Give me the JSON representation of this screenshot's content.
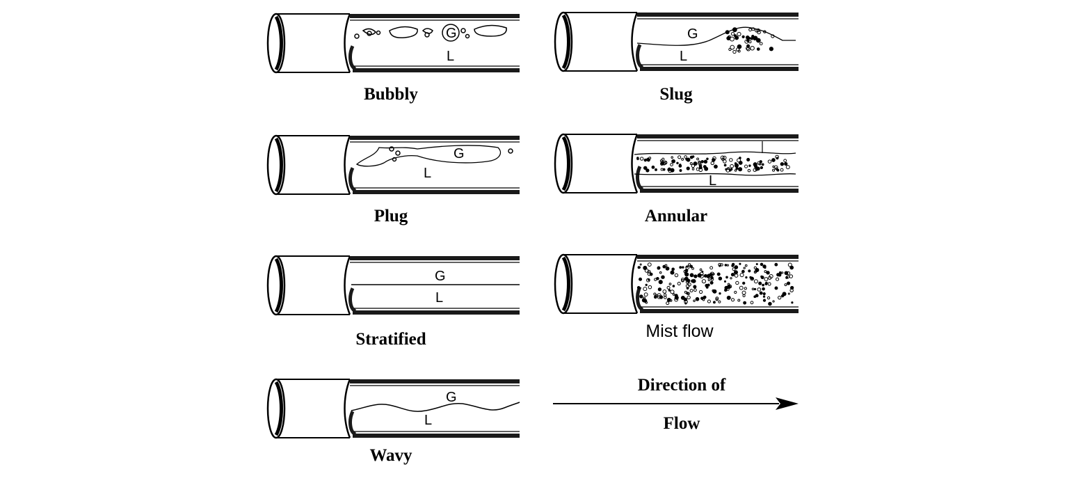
{
  "regimes": [
    {
      "id": "bubbly",
      "caption": "Bubbly",
      "gas_label": "G",
      "liquid_label": "L"
    },
    {
      "id": "slug",
      "caption": "Slug",
      "gas_label": "G",
      "liquid_label": "L"
    },
    {
      "id": "plug",
      "caption": "Plug",
      "gas_label": "G",
      "liquid_label": "L"
    },
    {
      "id": "annular",
      "caption": "Annular",
      "liquid_label": "L"
    },
    {
      "id": "stratified",
      "caption": "Stratified",
      "gas_label": "G",
      "liquid_label": "L"
    },
    {
      "id": "mist",
      "caption": "Mist flow"
    },
    {
      "id": "wavy",
      "caption": "Wavy",
      "gas_label": "G",
      "liquid_label": "L"
    }
  ],
  "direction": {
    "line1": "Direction of",
    "line2": "Flow"
  },
  "colors": {
    "ink": "#000000",
    "background": "#ffffff",
    "wall": "#1a1a1a"
  }
}
